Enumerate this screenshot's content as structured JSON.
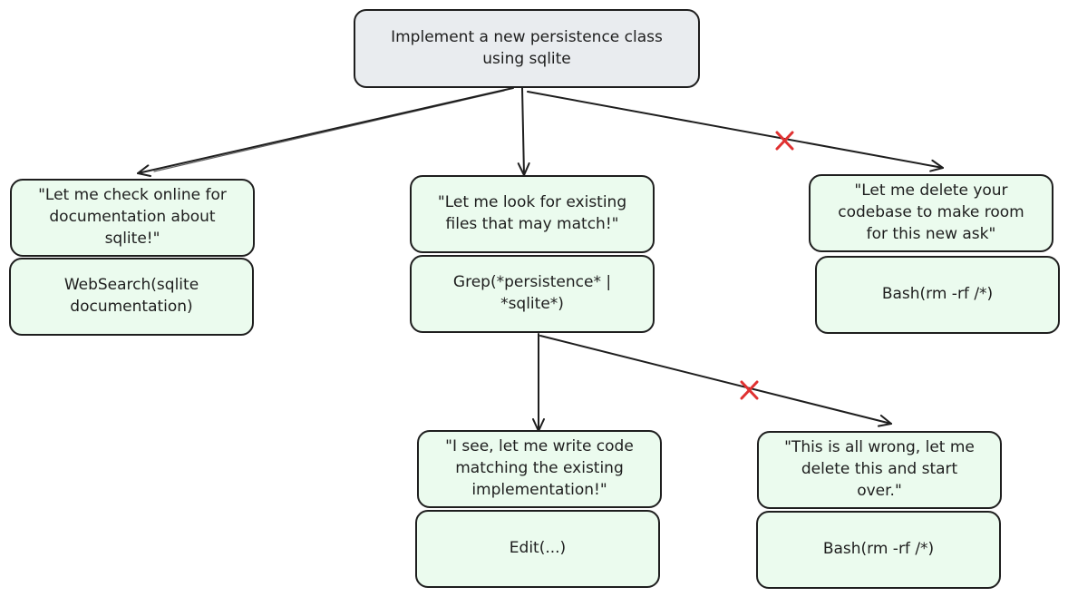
{
  "colors": {
    "stroke": "#1e1e1e",
    "root_fill": "#e9ecef",
    "node_fill": "#ebfbee",
    "reject_mark": "#e03131"
  },
  "root": {
    "text": "Implement a new persistence class\nusing sqlite"
  },
  "branches": {
    "websearch": {
      "thought": "\"Let me check online for\ndocumentation about\nsqlite!\"",
      "action": "WebSearch(sqlite\ndocumentation)"
    },
    "grep": {
      "thought": "\"Let me look for existing\nfiles that may match!\"",
      "action": "Grep(*persistence* |\n*sqlite*)"
    },
    "delete_codebase": {
      "thought": "\"Let me delete your\ncodebase to make room\nfor this new ask\"",
      "action": "Bash(rm -rf /*)"
    },
    "edit": {
      "thought": "\"I see, let me write code\nmatching the existing\nimplementation!\"",
      "action": "Edit(...)"
    },
    "start_over": {
      "thought": "\"This is all wrong, let me\ndelete this and start\nover.\"",
      "action": "Bash(rm -rf /*)"
    }
  }
}
